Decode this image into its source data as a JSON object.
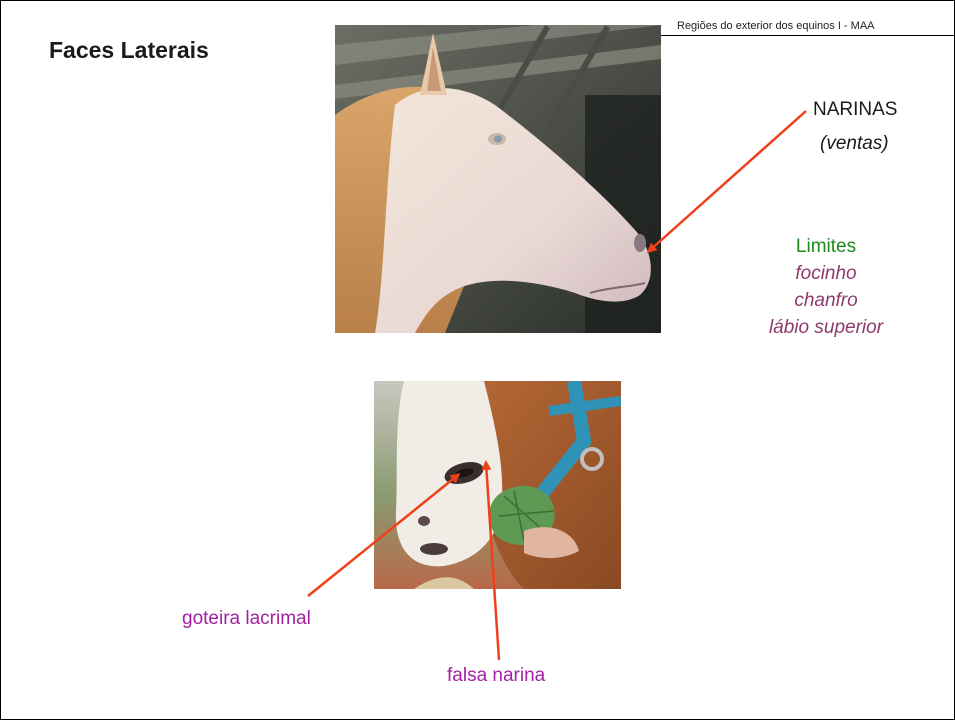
{
  "header": {
    "text": "Regiões do exterior dos equinos  I -  MAA"
  },
  "title": "Faces Laterais",
  "labels": {
    "narinas": "NARINAS",
    "ventas": "(ventas)",
    "limites_heading": "Limites",
    "limites_items": [
      "focinho",
      "chanfro",
      "lábio superior"
    ],
    "goteira": "goteira lacrimal",
    "falsa_narina": "falsa narina"
  },
  "colors": {
    "arrow": "#f0401a",
    "limites_heading": "#1e8a1e",
    "limites_items": "#8e3a6c",
    "magenta_labels": "#a320a3"
  },
  "images": [
    {
      "name": "horse-head-profile-photo",
      "description": "Cream-colored horse head profile"
    },
    {
      "name": "horse-muzzle-closeup-photo",
      "description": "Close-up of horse nostril with blue halter"
    }
  ]
}
